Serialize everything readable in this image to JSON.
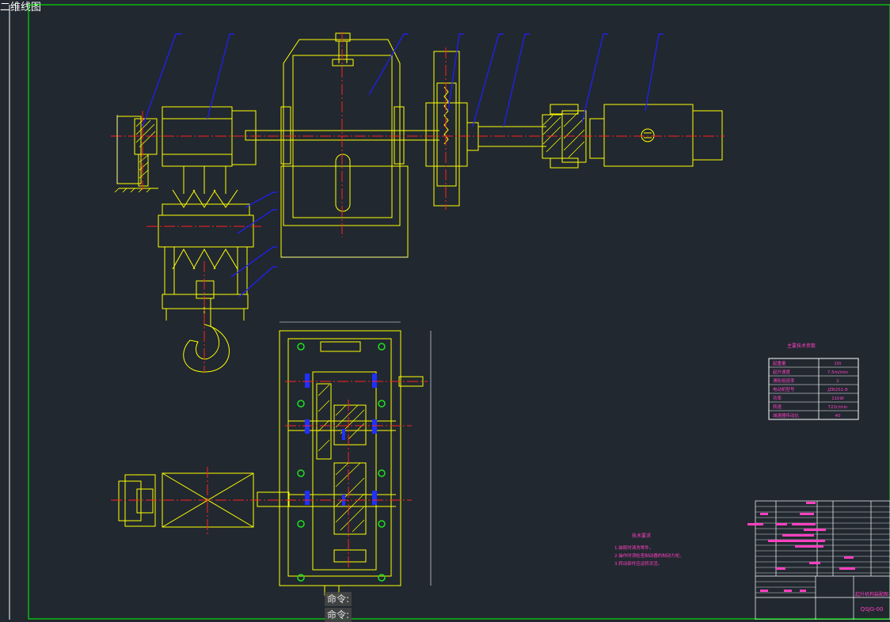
{
  "viewport": {
    "label": "二维线图"
  },
  "command_line": {
    "prompt_1": "命令:",
    "prompt_2": "命令:"
  },
  "parameter_table": {
    "title": "主要技术参数",
    "rows": [
      {
        "name": "起重量",
        "value": "10t"
      },
      {
        "name": "起升速度",
        "value": "7.5m/min"
      },
      {
        "name": "滑轮组倍率",
        "value": "2"
      },
      {
        "name": "电动机型号",
        "value": "JZR2S1-8"
      },
      {
        "name": "功率",
        "value": "11kW"
      },
      {
        "name": "转速",
        "value": "722r/min"
      },
      {
        "name": "减速器传动比",
        "value": "40"
      }
    ]
  },
  "technical_requirements": {
    "title": "技术要求",
    "items": [
      "1.装配时清洗零件。",
      "2.操作时须检查制动器的制动力矩。",
      "3.转动部件应运转灵活。"
    ]
  },
  "title_block": {
    "drawing_name": "起升机构装配图",
    "drawing_number": "QSJG-00"
  },
  "colors": {
    "background": "#212830",
    "geometry": "#ffff00",
    "center_lines": "#ff2020",
    "leaders": "#2020ff",
    "frame": "#00ff00",
    "annotations": "#ff40c0",
    "table": "#ffffff"
  }
}
